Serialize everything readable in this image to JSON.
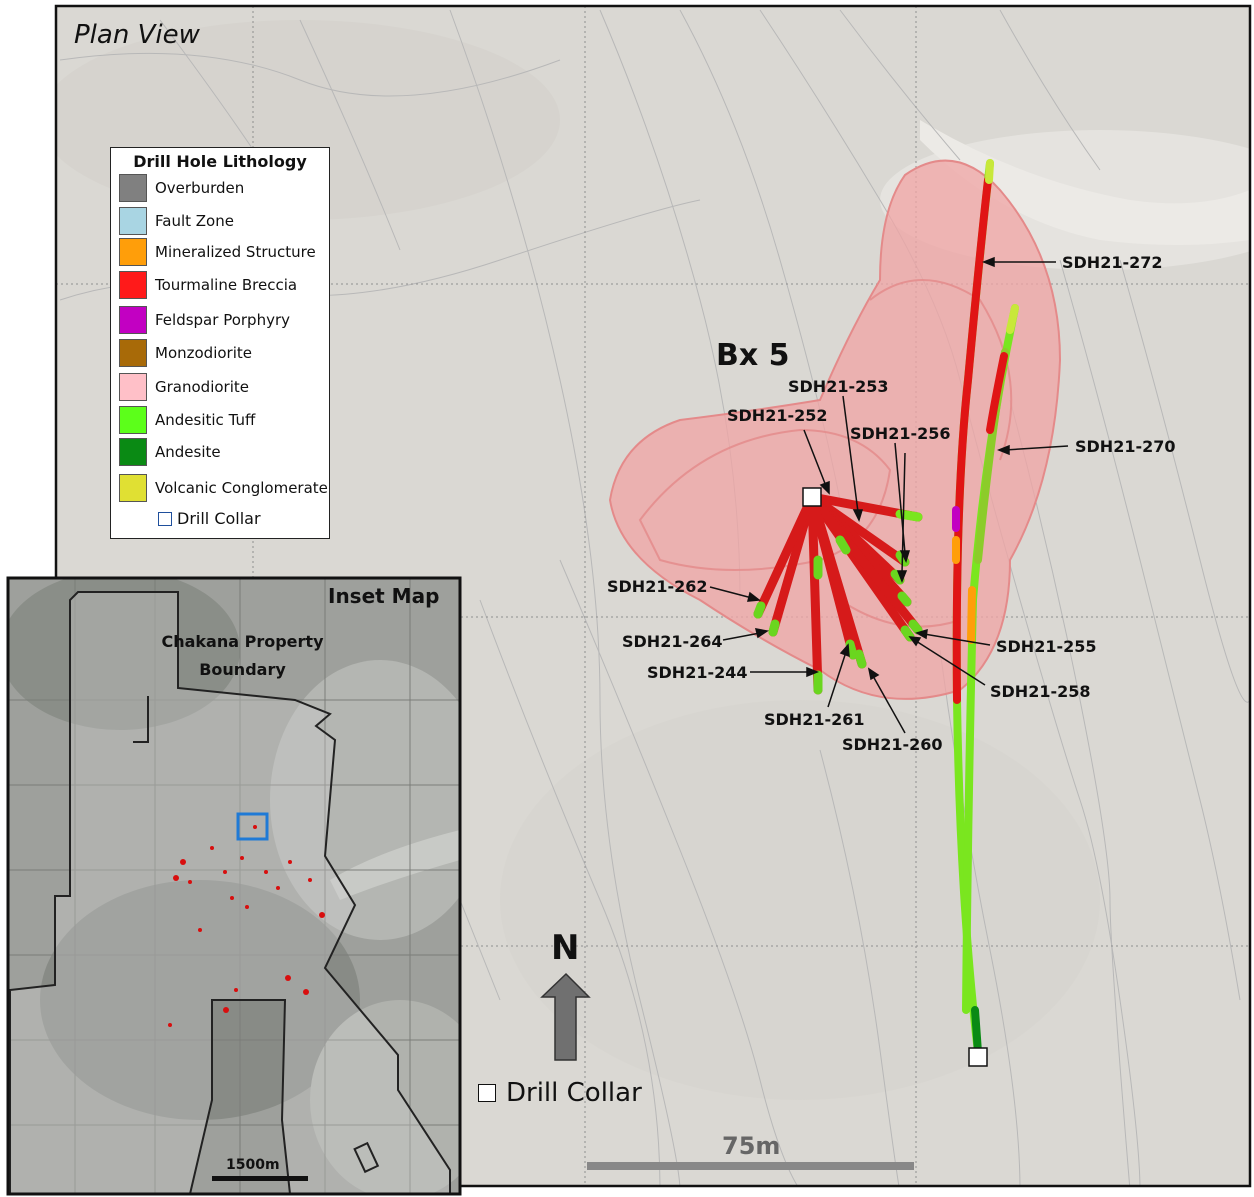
{
  "map": {
    "title": "Plan View",
    "legend": {
      "title": "Drill Hole Lithology",
      "items": [
        {
          "label": "Overburden",
          "color": "#808080"
        },
        {
          "label": "Fault Zone",
          "color": "#a9d5e3"
        },
        {
          "label": "Mineralized Structure",
          "color": "#ff9e0a"
        },
        {
          "label": "Tourmaline Breccia",
          "color": "#ff1a1a"
        },
        {
          "label": "Feldspar Porphyry",
          "color": "#c200c2"
        },
        {
          "label": "Monzodiorite",
          "color": "#a86a08"
        },
        {
          "label": "Granodiorite",
          "color": "#ffc0c8"
        },
        {
          "label": "Andesitic Tuff",
          "color": "#5cff1a"
        },
        {
          "label": "Andesite",
          "color": "#0a8a14"
        },
        {
          "label": "Volcanic Conglomerate",
          "color": "#e0e033"
        }
      ],
      "collar_label": "Drill Collar"
    },
    "breccia_label": "Bx 5",
    "north_label": "N",
    "collar_legend_label": "Drill Collar",
    "scale_label": "75m",
    "drill_holes": [
      "SDH21-272",
      "SDH21-270",
      "SDH21-253",
      "SDH21-252",
      "SDH21-256",
      "SDH21-262",
      "SDH21-264",
      "SDH21-244",
      "SDH21-255",
      "SDH21-258",
      "SDH21-261",
      "SDH21-260"
    ]
  },
  "inset": {
    "title": "Inset Map",
    "property_label_line1": "Chakana Property",
    "property_label_line2": "Boundary",
    "scale_label": "1500m"
  }
}
